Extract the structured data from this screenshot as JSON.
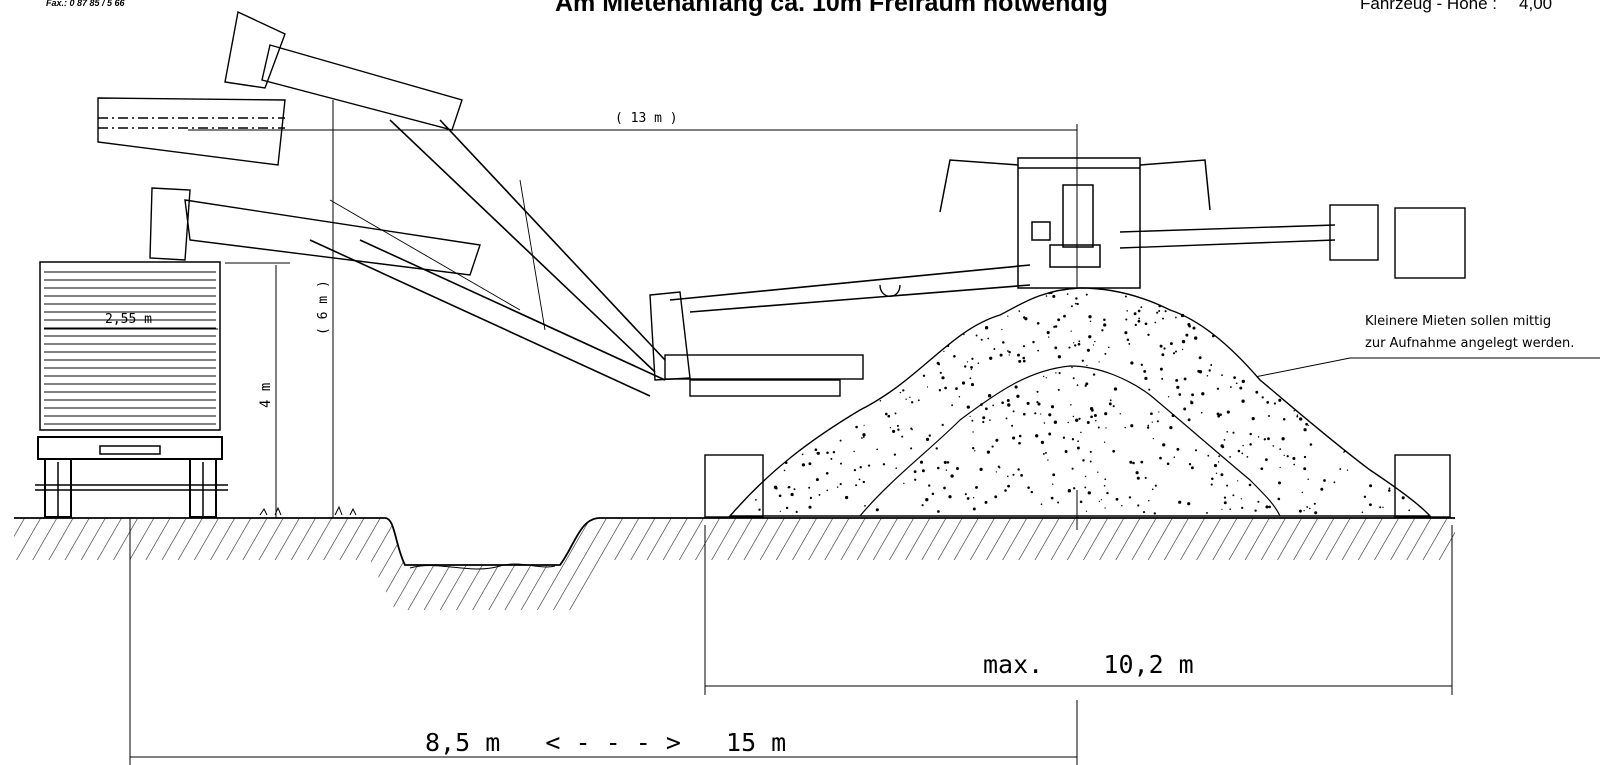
{
  "header": {
    "fax": "Fax.: 0 87 85 / 5 66",
    "title": "Am Mietenanfang ca. 10m Freiraum notwendig",
    "vehicle_label": "Fahrzeug - Höhe :",
    "vehicle_value": "4,00"
  },
  "dimensions": {
    "reach": "( 13 m )",
    "truck_width": "2,55 m",
    "truck_height": "4 m",
    "discharge_height": "( 6 m )",
    "pile_width": "max.    10,2 m",
    "distance": "8,5 m   < - - - >   15 m"
  },
  "notes": {
    "line1": "Kleinere Mieten sollen mittig",
    "line2": "zur Aufnahme angelegt werden."
  }
}
